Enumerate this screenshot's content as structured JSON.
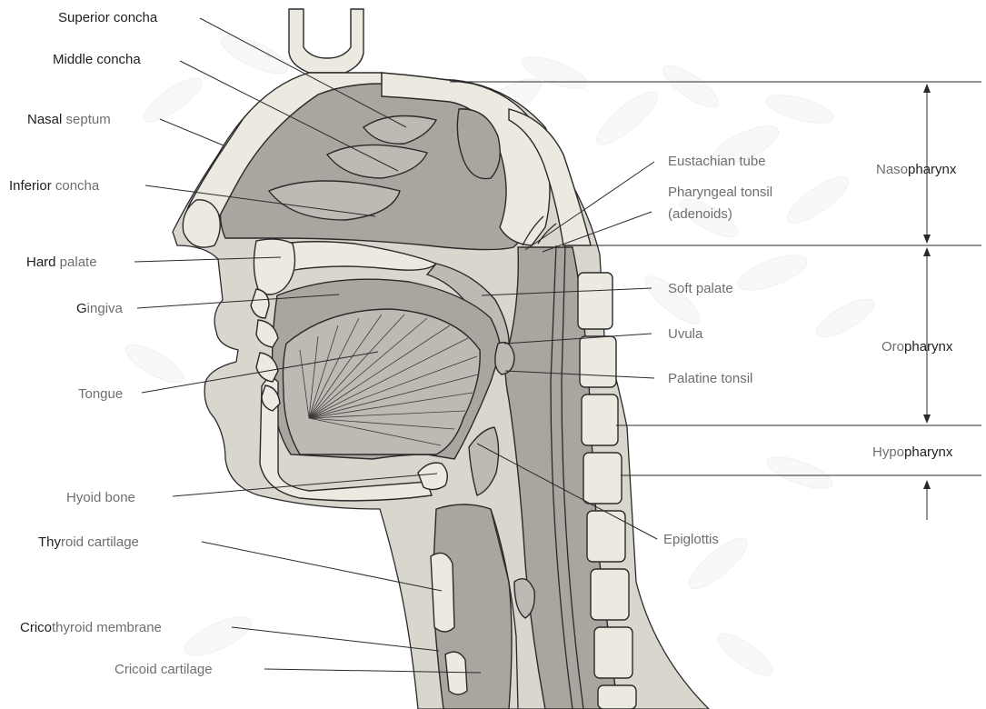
{
  "labels": {
    "superior_concha": "Superior concha",
    "middle_concha": "Middle concha",
    "nasal_septum": {
      "bold": "Nasal",
      "rest": " septum"
    },
    "inferior_concha": {
      "bold": "Inferior",
      "rest": " concha"
    },
    "hard_palate": {
      "bold": "Hard",
      "rest": " palate"
    },
    "gingiva": {
      "bold": "G",
      "rest": "ingiva"
    },
    "tongue": "Tongue",
    "hyoid_bone": "Hyoid bone",
    "thyroid_cartilage": {
      "bold": "Thy",
      "rest": "roid cartilage"
    },
    "cricothyroid_membrane": {
      "bold": "Crico",
      "rest": "thyroid membrane"
    },
    "cricoid_cartilage": "Cricoid cartilage",
    "eustachian_tube": "Eustachian tube",
    "pharyngeal_tonsil_line1": "Pharyngeal tonsil",
    "pharyngeal_tonsil_line2": "(adenoids)",
    "soft_palate": "Soft palate",
    "uvula": "Uvula",
    "palatine_tonsil": "Palatine tonsil",
    "epiglottis": "Epiglottis"
  },
  "regions": {
    "nasopharynx": {
      "light": "Naso",
      "dark": "pharynx"
    },
    "oropharynx": {
      "light": "Oro",
      "dark": "pharynx"
    },
    "hypopharynx": {
      "light": "Hypo",
      "dark": "pharynx"
    }
  }
}
